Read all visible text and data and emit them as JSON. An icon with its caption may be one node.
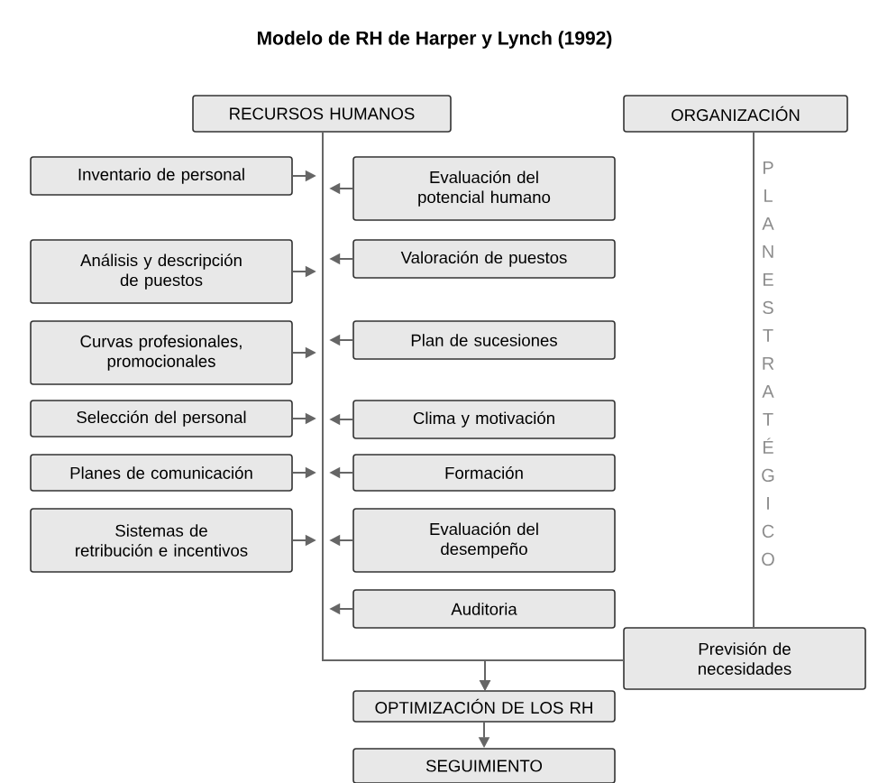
{
  "diagram": {
    "title": "Modelo de RH de Harper y Lynch (1992)",
    "nodes": [
      {
        "text": [
          "RECURSOS HUMANOS"
        ]
      },
      {
        "text": [
          "ORGANIZACIÓN"
        ]
      },
      {
        "text": [
          "Inventario de personal"
        ]
      },
      {
        "text": [
          "Evaluación del potencial humano"
        ]
      },
      {
        "text": [
          "Análisis y descripción de puestos"
        ]
      },
      {
        "text": [
          "Valoración de puestos"
        ]
      },
      {
        "text": [
          "Curvas profesionales, promocionales"
        ]
      },
      {
        "text": [
          "Plan de sucesiones"
        ]
      },
      {
        "text": [
          "Selección del personal"
        ]
      },
      {
        "text": [
          "Clima y motivación"
        ]
      },
      {
        "text": [
          "Planes de comunicación"
        ]
      },
      {
        "text": [
          "Formación"
        ]
      },
      {
        "text": [
          "Sistemas de retribución e incentivos"
        ]
      },
      {
        "text": [
          "Evaluación del desempeño"
        ]
      },
      {
        "text": [
          "Auditoria"
        ]
      },
      {
        "text": [
          "Previsión de necesidades"
        ]
      },
      {
        "text": [
          "OPTIMIZACIÓN DE LOS RH"
        ]
      },
      {
        "text": [
          "SEGUIMIENTO"
        ]
      }
    ],
    "edges": [
      {
        "from": 2,
        "to": null,
        "arrow": "to"
      },
      {
        "from": 3,
        "to": null,
        "arrow": "to"
      },
      {
        "from": 4,
        "to": null,
        "arrow": "to"
      },
      {
        "from": 5,
        "to": null,
        "arrow": "to"
      },
      {
        "from": 6,
        "to": null,
        "arrow": "to"
      },
      {
        "from": 7,
        "to": null,
        "arrow": "to"
      },
      {
        "from": 8,
        "to": null,
        "arrow": "to"
      },
      {
        "from": 9,
        "to": null,
        "arrow": "to"
      },
      {
        "from": 10,
        "to": null,
        "arrow": "to"
      },
      {
        "from": 11,
        "to": null,
        "arrow": "to"
      },
      {
        "from": 12,
        "to": null,
        "arrow": "to"
      },
      {
        "from": 13,
        "to": null,
        "arrow": "to"
      },
      {
        "from": 14,
        "to": null,
        "arrow": "to"
      },
      {
        "from": 0,
        "to": 16,
        "arrow": "to"
      },
      {
        "from": 15,
        "to": 16,
        "arrow": "to"
      },
      {
        "from": 1,
        "to": 15,
        "arrow": "none",
        "label": "PLAN ESTRATÉGICO"
      },
      {
        "from": 16,
        "to": 17,
        "arrow": "to"
      }
    ]
  }
}
